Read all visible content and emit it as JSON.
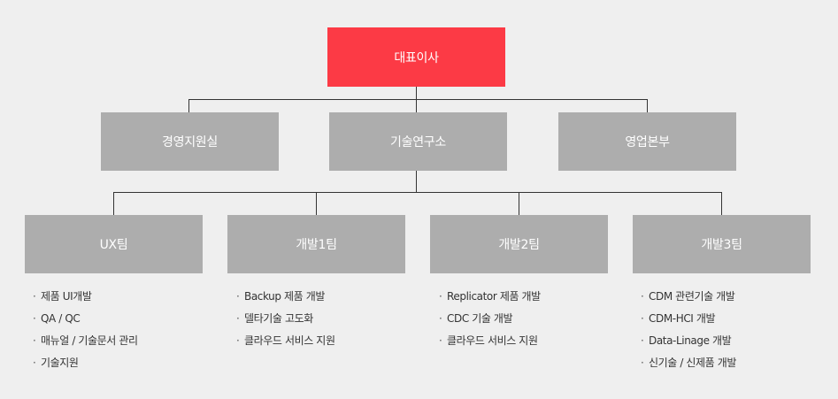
{
  "ceo": {
    "label": "대표이사"
  },
  "divisions": [
    {
      "id": "management",
      "label": "경영지원실"
    },
    {
      "id": "rnd",
      "label": "기술연구소"
    },
    {
      "id": "sales",
      "label": "영업본부"
    }
  ],
  "teams": [
    {
      "id": "ux",
      "label": "UX팀",
      "items": [
        "제품 UI개발",
        "QA / QC",
        "매뉴얼 / 기술문서 관리",
        "기술지원"
      ]
    },
    {
      "id": "dev1",
      "label": "개발1팀",
      "items": [
        "Backup 제품 개발",
        "델타기술 고도화",
        "클라우드 서비스 지원"
      ]
    },
    {
      "id": "dev2",
      "label": "개발2팀",
      "items": [
        "Replicator 제품 개발",
        "CDC 기술 개발",
        "클라우드 서비스 지원"
      ]
    },
    {
      "id": "dev3",
      "label": "개발3팀",
      "items": [
        "CDM 관련기술 개발",
        "CDM-HCI 개발",
        "Data-Linage 개발",
        "신기술 / 신제품 개발"
      ]
    }
  ],
  "colors": {
    "ceo": "#fc3a45",
    "box": "#adadad",
    "line": "#333333",
    "background": "#efefef"
  }
}
